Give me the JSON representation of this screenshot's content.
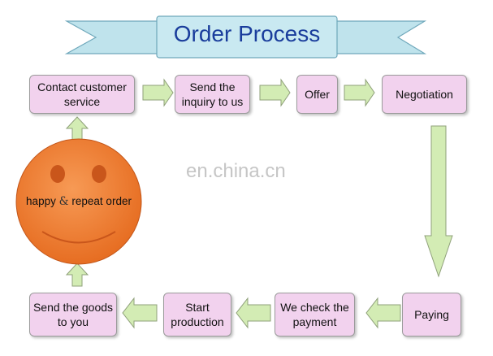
{
  "title": "Order Process",
  "watermark": "en.china.cn",
  "steps": [
    {
      "line1": "Contact customer",
      "line2": "service"
    },
    {
      "line1": "Send the",
      "line2": "inquiry to us"
    },
    {
      "line1": "Offer",
      "line2": ""
    },
    {
      "line1": "Negotiation",
      "line2": ""
    },
    {
      "line1": "Paying",
      "line2": ""
    },
    {
      "line1": "We check the",
      "line2": "payment"
    },
    {
      "line1": "Start",
      "line2": "production"
    },
    {
      "line1": "Send the goods",
      "line2": "to you"
    }
  ],
  "smiley": {
    "word1": "happy",
    "amp": "&",
    "word2": "repeat order"
  },
  "colors": {
    "box_fill": "#f2d2ee",
    "arrow_fill": "#d3ecb4",
    "banner_fill": "#bfe3ec",
    "title_color": "#1a3d9c",
    "smiley_fill": "#f07b33"
  }
}
